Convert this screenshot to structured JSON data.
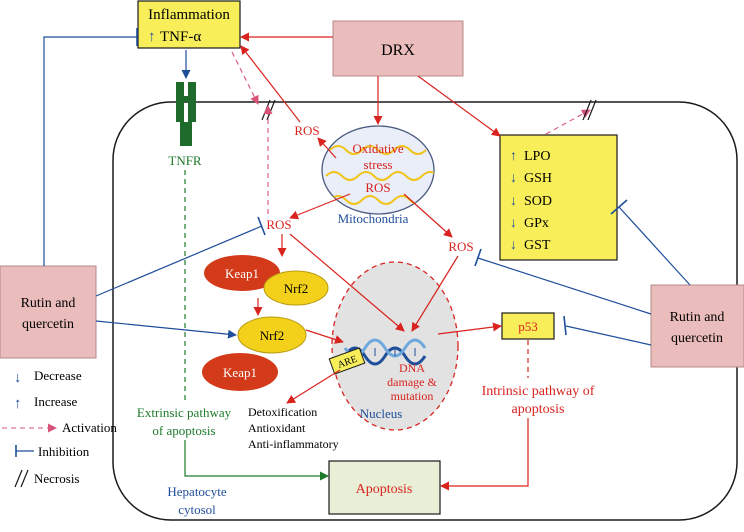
{
  "colors": {
    "red": "#d9231f",
    "pink_dashed": "#d9527a",
    "blue": "#1f4e9b",
    "green": "#1e7a2a",
    "dark_green": "#1f6b2c",
    "yellow_box": "#f7ee5a",
    "pink_box": "#ebbcbc",
    "apoptosis_box": "#e8efd6",
    "keap_fill": "#d33a1a",
    "nrf_fill": "#f3d11a",
    "nucleus_fill": "#e2e2e2",
    "mito_fill": "#e9eef8",
    "mito_cristae": "#f0c419"
  },
  "labels": {
    "inflammation": "Inflammation",
    "tnf_alpha": "TNF-α",
    "drx": "DRX",
    "tnfr": "TNFR",
    "ros_top": "ROS",
    "oxidative_stress": "Oxidative",
    "oxidative_stress_2": "stress",
    "ros_mito": "ROS",
    "mitochondria": "Mitochondria",
    "ros_mid": "ROS",
    "ros_right": "ROS",
    "keap1_top": "Keap1",
    "nrf2_top": "Nrf2",
    "nrf2_mid": "Nrf2",
    "keap1_bottom": "Keap1",
    "are": "ARE",
    "dna_damage_1": "DNA",
    "dna_damage_2": "damage &",
    "dna_damage_3": "mutation",
    "nucleus": "Nucleus",
    "p53": "p53",
    "intrinsic_1": "Intrinsic pathway of",
    "intrinsic_2": "apoptosis",
    "extrinsic_1": "Extrinsic pathway",
    "extrinsic_2": "of apoptosis",
    "detox_1": "Detoxification",
    "detox_2": "Antioxidant",
    "detox_3": "Anti-inflammatory",
    "apoptosis": "Apoptosis",
    "hepatocyte_1": "Hepatocyte",
    "hepatocyte_2": "cytosol",
    "rutin_left_1": "Rutin and",
    "rutin_left_2": "quercetin",
    "rutin_right_1": "Rutin and",
    "rutin_right_2": "quercetin"
  },
  "markers": {
    "lpo": "LPO",
    "gsh": "GSH",
    "sod": "SOD",
    "gpx": "GPx",
    "gst": "GST"
  },
  "legend": {
    "decrease": "Decrease",
    "increase": "Increase",
    "activation": "Activation",
    "inhibition": "Inhibition",
    "necrosis": "Necrosis"
  }
}
